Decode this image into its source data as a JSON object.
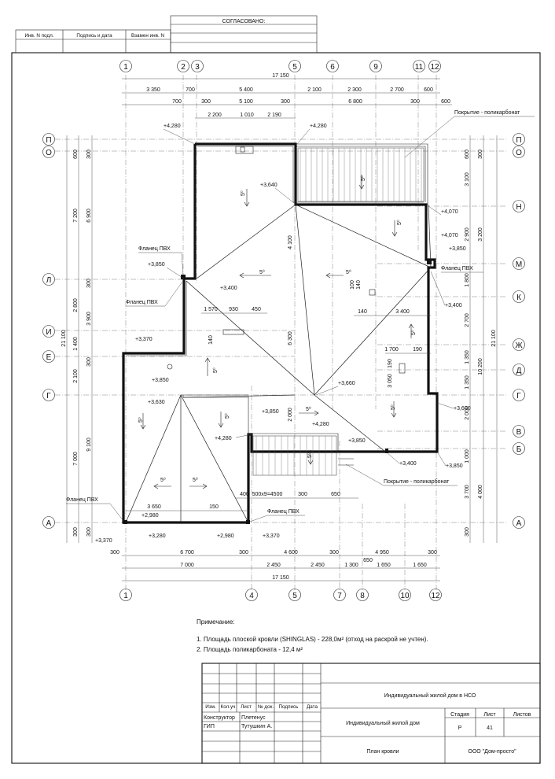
{
  "top_stamp": {
    "agreed": "СОГЛАСОВАНО:",
    "cols": [
      "Инв. N подл.",
      "Подпись и дата",
      "Взамен инв. N"
    ]
  },
  "axes": {
    "top": [
      "1",
      "2",
      "3",
      "5",
      "6",
      "9",
      "11",
      "12"
    ],
    "bottom": [
      "1",
      "4",
      "5",
      "7",
      "8",
      "10",
      "12"
    ],
    "left": [
      "П",
      "О",
      "Л",
      "И",
      "Е",
      "Г",
      "А"
    ],
    "right": [
      "П",
      "О",
      "Н",
      "М",
      "К",
      "Ж",
      "Д",
      "Г",
      "В",
      "Б",
      "А"
    ]
  },
  "dims": {
    "top_total": "17 150",
    "top_row1": [
      "3 350",
      "700",
      "5 400",
      "2 100",
      "2 300",
      "2 700",
      "600"
    ],
    "top_row2": [
      "700",
      "300",
      "5 100",
      "300",
      "6 800",
      "300",
      "600"
    ],
    "top_row3": [
      "2 200",
      "1 010",
      "2 190"
    ],
    "bottom_row1": [
      "300",
      "6 700",
      "300",
      "4 600",
      "300",
      "4 950",
      "300"
    ],
    "bottom_row2": [
      "7 000",
      "2 450",
      "2 450",
      "1 300",
      "1 650",
      "1 650"
    ],
    "bottom_650": "650",
    "bottom_total": "17 150",
    "left_total": "21 100",
    "left_row1": [
      "600",
      "7 200",
      "2 800",
      "1 400",
      "2 100",
      "7 000",
      "300"
    ],
    "left_row2": [
      "300",
      "6 900",
      "300",
      "3 900",
      "300",
      "9 100",
      "300"
    ],
    "right_total": "21 100",
    "right_row1": [
      "600",
      "3 100",
      "2 900",
      "1 800",
      "2 700",
      "1 350",
      "1 350",
      "2 000",
      "1 000",
      "3 700",
      "300"
    ],
    "right_row2": [
      "300",
      "3 200",
      "10 200",
      "4 000"
    ],
    "inner": [
      "4 100",
      "6 300",
      "2 000",
      "1 570",
      "930",
      "450",
      "140",
      "3 400",
      "140",
      "100",
      "140",
      "1 700",
      "190",
      "190",
      "3 050",
      "3 650",
      "150",
      "400",
      "500x9=4500",
      "300",
      "650"
    ]
  },
  "levels": [
    "+4,280",
    "+4,280",
    "+3,640",
    "+4,070",
    "+4,070",
    "+3,850",
    "+3,850",
    "+3,400",
    "+3,400",
    "+3,370",
    "+3,850",
    "+3,630",
    "+3,850",
    "+3,660",
    "+4,280",
    "+4,280",
    "+3,850",
    "+3,600",
    "+3,400",
    "+3,850",
    "+2,980",
    "+3,280",
    "+2,980",
    "+3,370",
    "+3,370"
  ],
  "labels": {
    "polycarbonate_top": "Покрытие - поликарбонат",
    "polycarbonate_bottom": "Покрытие - поликарбонат",
    "flange": "Фланец ПВХ",
    "slope": "5⁰"
  },
  "notes": {
    "title": "Примечание:",
    "line1": "1. Площадь плоской кровли (SHINGLAS) - 228,0м² (отход на раскрой не учтен).",
    "line2": "2. Площадь поликарбоната - 12,4 м²"
  },
  "title_block": {
    "header_cols": [
      "Изм.",
      "Кол.уч",
      "Лист",
      "№ док.",
      "Подпись",
      "Дата"
    ],
    "project": "Индивидуальный жилой дом  в НСО",
    "role1": "Конструктор",
    "name1": "Плетенус",
    "role2": "ГИП",
    "name2": "Тутушкин А.",
    "object": "Индивидуальный жилой дом",
    "stage_label": "Стадия",
    "sheet_label": "Лист",
    "sheets_label": "Листов",
    "stage": "Р",
    "sheet": "41",
    "drawing": "План кровли",
    "company": "ООО \"Дом-просто\""
  }
}
